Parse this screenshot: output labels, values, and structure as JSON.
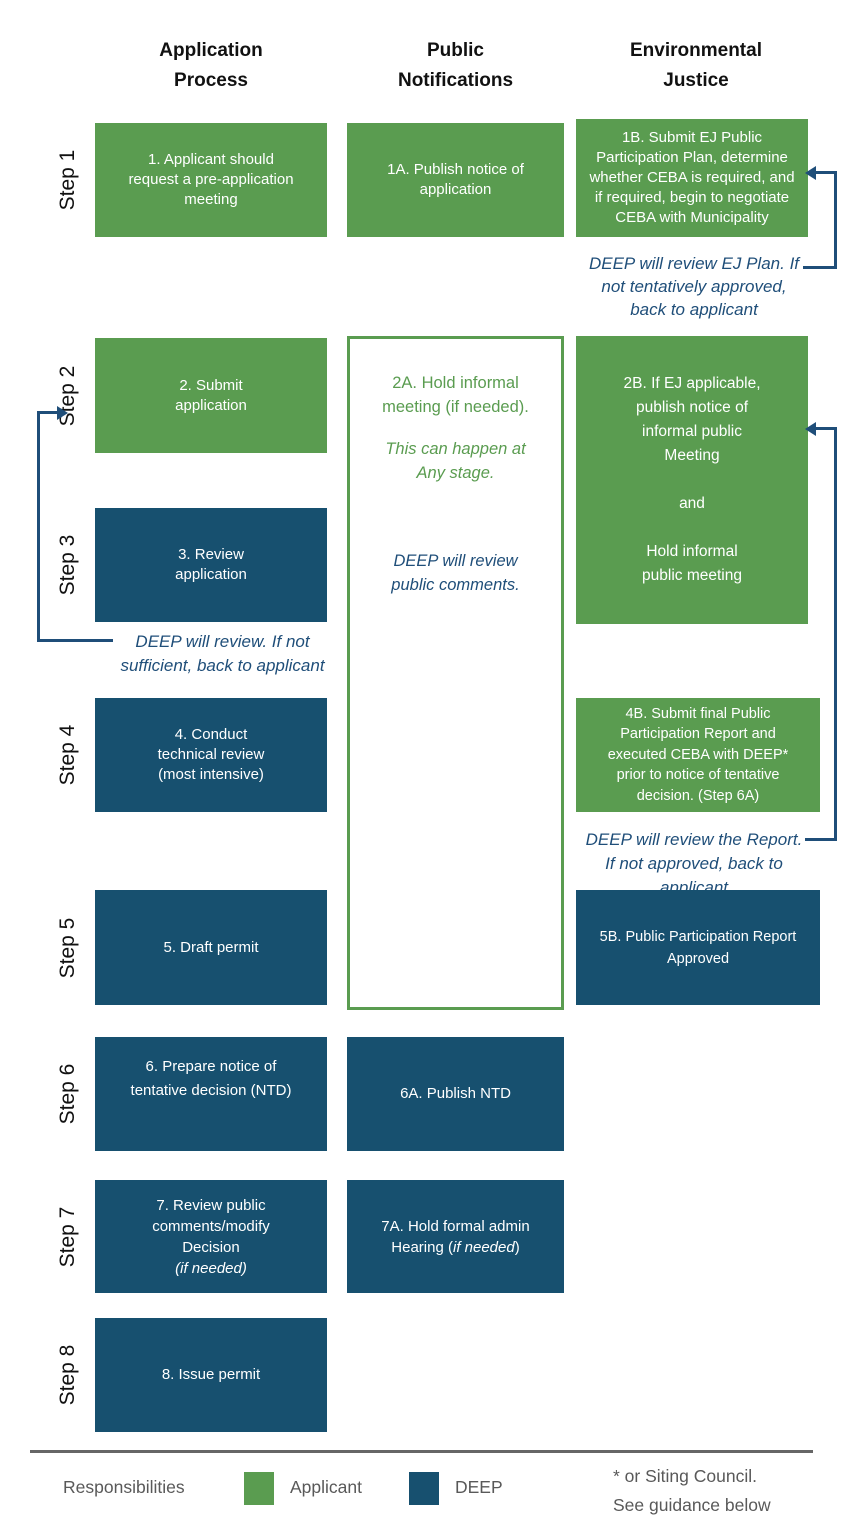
{
  "colors": {
    "applicant_green": "#5a9c50",
    "deep_blue": "#17506f",
    "annotation_navy": "#1f4e79",
    "legend_gray": "#595959"
  },
  "headers": [
    {
      "label": "Application\nProcess"
    },
    {
      "label": "Public\nNotifications"
    },
    {
      "label": "Environmental\nJustice"
    }
  ],
  "steps": [
    {
      "label": "Step 1"
    },
    {
      "label": "Step 2"
    },
    {
      "label": "Step 3"
    },
    {
      "label": "Step 4"
    },
    {
      "label": "Step 5"
    },
    {
      "label": "Step 6"
    },
    {
      "label": "Step 7"
    },
    {
      "label": "Step 8"
    }
  ],
  "boxes": {
    "b1": {
      "text": "1. Applicant should\nrequest a pre-application\nmeeting"
    },
    "b1a": {
      "text": "1A. Publish notice of\napplication"
    },
    "b1b": {
      "text": "1B. Submit EJ Public\nParticipation Plan, determine\nwhether CEBA is required, and\nif required, begin to negotiate\nCEBA with Municipality"
    },
    "b2": {
      "text": "2. Submit\napplication"
    },
    "b2a": {
      "line1": "2A. Hold informal\nmeeting (if needed).",
      "line2_italic": "This can happen at\nAny stage.",
      "note_italic": "DEEP will review\npublic comments."
    },
    "b2b": {
      "part1": "2B. If EJ applicable,\npublish notice of\ninformal public\nMeeting",
      "part2": "and",
      "part3": "Hold informal\npublic meeting"
    },
    "b3": {
      "text": "3. Review\napplication"
    },
    "b4": {
      "text": "4. Conduct\ntechnical review\n(most intensive)"
    },
    "b4b": {
      "text": "4B. Submit final Public\nParticipation Report and\nexecuted CEBA with DEEP*\nprior to notice of tentative\ndecision. (Step 6A)"
    },
    "b5": {
      "text": "5. Draft permit"
    },
    "b5b": {
      "text": "5B. Public Participation Report\nApproved"
    },
    "b6": {
      "text": "6. Prepare notice of\ntentative decision (NTD)"
    },
    "b6a": {
      "text": "6A. Publish NTD"
    },
    "b7": {
      "main": "7. Review public\ncomments/modify\nDecision\n",
      "suffix_italic": "(if needed)"
    },
    "b7a": {
      "pre": "7A. Hold formal admin\nHearing (",
      "italic": "if needed",
      "post": ")"
    },
    "b8": {
      "text": "8. Issue permit"
    }
  },
  "annotations": {
    "a1": "DEEP will review EJ Plan. If\nnot tentatively approved,\nback to applicant",
    "a2": "DEEP will review. If not\nsufficient, back to applicant",
    "a3": "DEEP will review the Report.\nIf not approved, back to\napplicant"
  },
  "legend": {
    "title": "Responsibilities",
    "applicant": "Applicant",
    "deep": "DEEP",
    "footnote": "* or Siting Council.\nSee guidance below"
  }
}
